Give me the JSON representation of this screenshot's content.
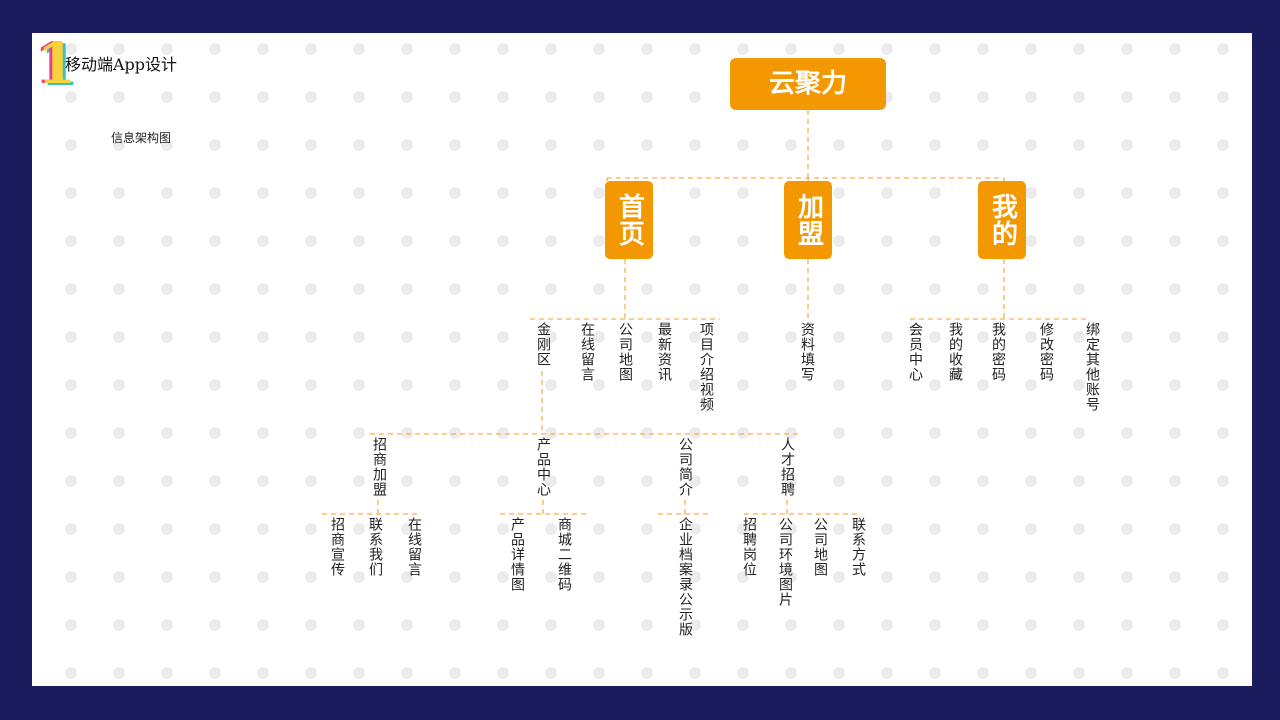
{
  "header": {
    "logo_number": "1",
    "title": "移动端App设计",
    "subtitle": "信息架构图"
  },
  "tree": {
    "root": "云聚力",
    "sections": [
      "首页",
      "加盟",
      "我的"
    ],
    "home_items": [
      "金刚区",
      "在线留言",
      "公司地图",
      "最新资讯",
      "项目介绍视频"
    ],
    "join_items": [
      "资料填写"
    ],
    "mine_items": [
      "会员中心",
      "我的收藏",
      "我的密码",
      "修改密码",
      "绑定其他账号"
    ],
    "kingkong_items": [
      "招商加盟",
      "产品中心",
      "公司简介",
      "人才招聘"
    ],
    "franchise_items": [
      "招商宣传",
      "联系我们",
      "在线留言"
    ],
    "product_items": [
      "产品详情图",
      "商城二维码"
    ],
    "company_items": [
      "企业档案录公示版"
    ],
    "recruit_items": [
      "招聘岗位",
      "公司环境图片",
      "公司地图",
      "联系方式"
    ]
  },
  "colors": {
    "accent": "#f39800",
    "frame": "#1a1c5e",
    "connector": "#f5b04a"
  }
}
